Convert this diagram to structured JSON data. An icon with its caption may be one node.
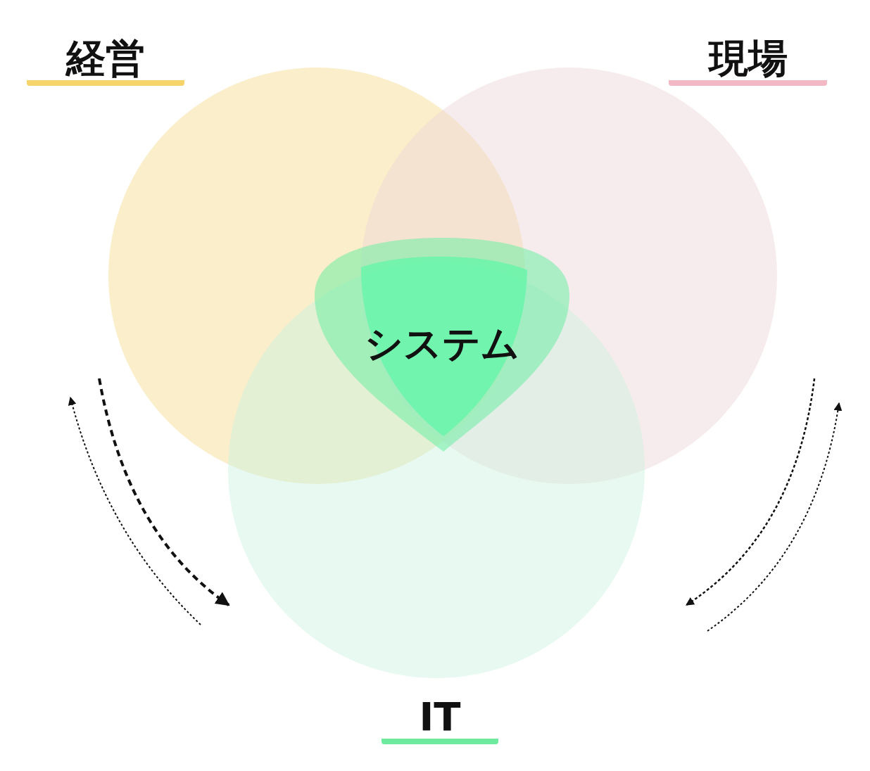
{
  "diagram": {
    "nodes": [
      {
        "text": [
          "経営"
        ]
      },
      {
        "text": [
          "現場"
        ]
      },
      {
        "text": [
          "IT"
        ]
      },
      {
        "text": [
          "システム"
        ]
      }
    ]
  }
}
